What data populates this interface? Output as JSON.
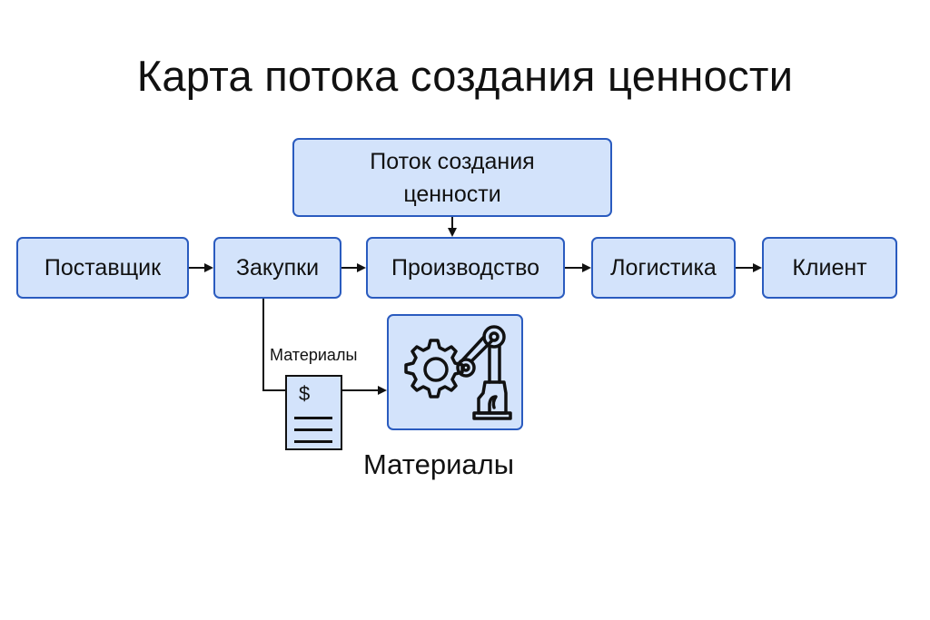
{
  "title": "Карта потока создания ценности",
  "top_box": {
    "line1": "Поток создания",
    "line2": "ценности"
  },
  "flow": [
    {
      "label": "Поставщик"
    },
    {
      "label": "Закупки"
    },
    {
      "label": "Производство"
    },
    {
      "label": "Логистика"
    },
    {
      "label": "Клиент"
    }
  ],
  "materials_edge_label": "Материалы",
  "document_symbol": "$",
  "icon_box": {
    "icon": "gear-robot-arm-icon"
  },
  "materials_caption": "Материалы",
  "colors": {
    "box_fill": "#d3e3fb",
    "box_border": "#2a5bbf",
    "line": "#111111"
  }
}
